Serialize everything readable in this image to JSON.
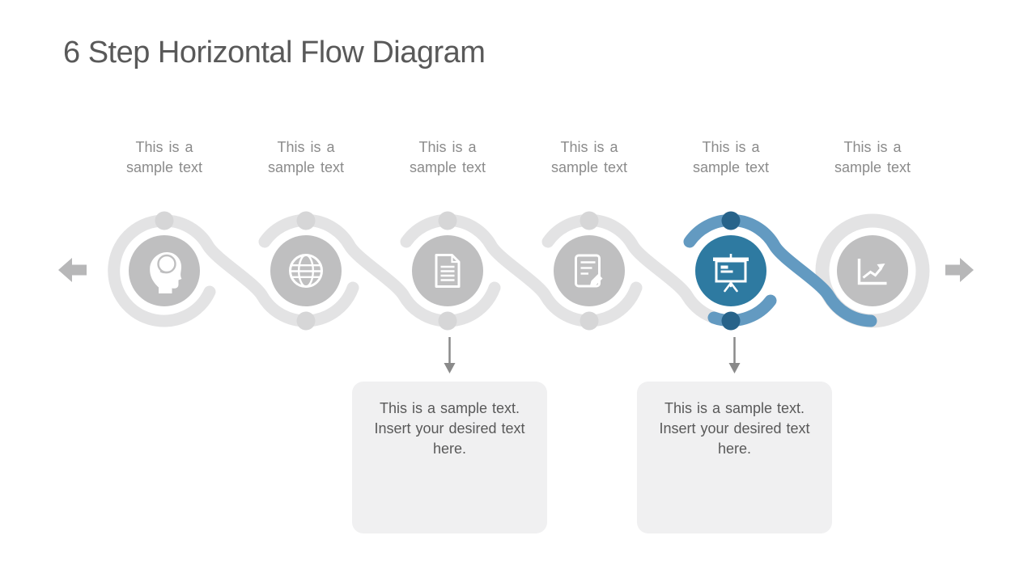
{
  "slide": {
    "title": "6 Step Horizontal Flow Diagram"
  },
  "steps": [
    {
      "label": "This is a sample text",
      "icon": "head-brain-icon",
      "highlighted": false
    },
    {
      "label": "This is a sample text",
      "icon": "globe-icon",
      "highlighted": false
    },
    {
      "label": "This is a sample text",
      "icon": "document-icon",
      "highlighted": false
    },
    {
      "label": "This is a sample text",
      "icon": "note-edit-icon",
      "highlighted": false
    },
    {
      "label": "This is a sample text",
      "icon": "presentation-board-icon",
      "highlighted": true
    },
    {
      "label": "This is a sample text",
      "icon": "growth-chart-icon",
      "highlighted": false
    }
  ],
  "callouts": [
    {
      "text": "This is a sample text. Insert your desired text here.",
      "attached_to_step": 3
    },
    {
      "text": "This is a sample text. Insert your desired text here.",
      "attached_to_step": 5
    }
  ],
  "flow_arrows": {
    "start": "left-block-arrow",
    "end": "right-block-arrow"
  },
  "colors": {
    "background": "#ffffff",
    "title_text": "#595959",
    "label_text": "#8b8b8b",
    "ribbon_gray": "#e3e3e4",
    "dot_gray": "#d6d6d7",
    "node_gray": "#bfbfc0",
    "accent_blue": "#2e7aa1",
    "accent_blue_light": "#639ac1",
    "accent_blue_dark": "#27638a",
    "icon_white": "#ffffff",
    "side_arrow_gray": "#b7b7b8",
    "down_arrow_gray": "#8a8a8a",
    "callout_bg": "#f0f0f1",
    "callout_text": "#595959"
  }
}
